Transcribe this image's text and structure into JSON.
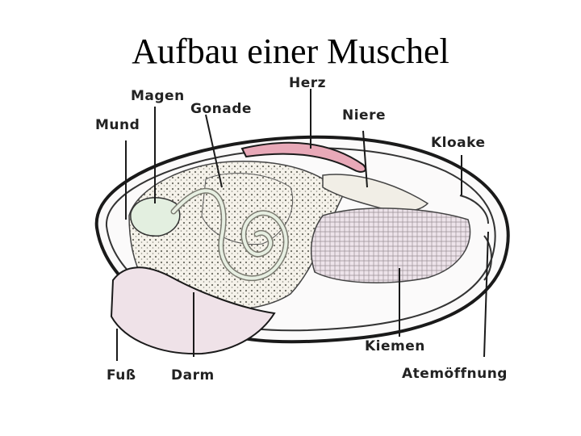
{
  "slide": {
    "title": "Aufbau einer Muschel"
  },
  "diagram": {
    "labels": {
      "magen": "Magen",
      "herz": "Herz",
      "mund": "Mund",
      "gonade": "Gonade",
      "niere": "Niere",
      "kloake": "Kloake",
      "fuss": "Fuß",
      "darm": "Darm",
      "kiemen": "Kiemen",
      "atemoeffnung": "Atemöffnung"
    },
    "colors": {
      "outline": "#1a1a1a",
      "heart": "#e8a9b8",
      "foot": "#efe2e8",
      "gill": "#e9e0e6",
      "stomach": "#e3efe0",
      "tissue": "#f4f1ea"
    }
  }
}
